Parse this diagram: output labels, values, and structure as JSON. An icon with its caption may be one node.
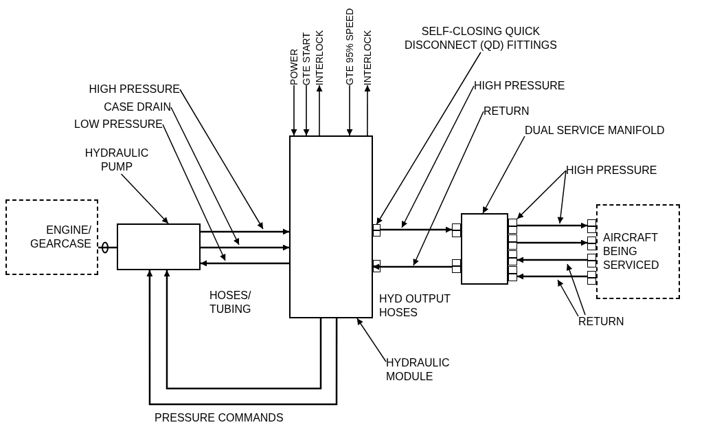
{
  "diagram": {
    "nodes": [
      {
        "text": [
          "SELF-CLOSING QUICK DISCONNECT (QD) FITTINGS"
        ]
      },
      {
        "text": [
          "POWER"
        ]
      },
      {
        "text": [
          "GTE START"
        ]
      },
      {
        "text": [
          "INTERLOCK"
        ]
      },
      {
        "text": [
          "GTE 95% SPEED"
        ]
      },
      {
        "text": [
          "INTERLOCK"
        ]
      },
      {
        "text": [
          "HIGH PRESSURE"
        ]
      },
      {
        "text": [
          "CASE DRAIN"
        ]
      },
      {
        "text": [
          "LOW PRESSURE"
        ]
      },
      {
        "text": [
          "HIGH PRESSURE"
        ]
      },
      {
        "text": [
          "RETURN"
        ]
      },
      {
        "text": [
          "HYDRAULIC PUMP"
        ]
      },
      {
        "text": [
          "DUAL SERVICE MANIFOLD"
        ]
      },
      {
        "text": [
          "HIGH PRESSURE"
        ]
      },
      {
        "text": [
          "ENGINE/ GEARCASE"
        ]
      },
      {
        "text": [],
        "shape": "box"
      },
      {
        "text": [],
        "shape": "box"
      },
      {
        "text": [],
        "shape": "box"
      },
      {
        "text": [],
        "shape": "box"
      },
      {
        "text": [
          "AIRCRAFT BEING SERVICED"
        ]
      },
      {
        "text": [
          "HYDRAULIC MODULE"
        ]
      },
      {
        "text": [
          "RETURN"
        ]
      }
    ],
    "edges": [
      {
        "from": 1,
        "to": 16,
        "arrow": "to"
      },
      {
        "from": 2,
        "to": 16,
        "arrow": "to"
      },
      {
        "from": 16,
        "to": 3,
        "arrow": "to"
      },
      {
        "from": 4,
        "to": 16,
        "arrow": "to"
      },
      {
        "from": 16,
        "to": 5,
        "arrow": "to"
      },
      {
        "from": 14,
        "to": 15,
        "arrow": "none"
      },
      {
        "from": 15,
        "to": 16,
        "arrow": "to"
      },
      {
        "from": 15,
        "to": 16,
        "arrow": "to"
      },
      {
        "from": 16,
        "to": 15,
        "arrow": "to"
      },
      {
        "from": 16,
        "to": 15,
        "arrow": "to"
      },
      {
        "from": 16,
        "to": 15,
        "arrow": "to"
      },
      {
        "from": 17,
        "to": 18,
        "arrow": "to"
      },
      {
        "from": 18,
        "to": 16,
        "arrow": "to"
      },
      {
        "from": 18,
        "to": 19,
        "arrow": "to"
      },
      {
        "from": 18,
        "to": 19,
        "arrow": "to"
      },
      {
        "from": 19,
        "to": 18,
        "arrow": "to"
      },
      {
        "from": 19,
        "to": 18,
        "arrow": "to"
      },
      {
        "from": 0,
        "to": 17,
        "arrow": "to"
      },
      {
        "from": 6,
        "to": null,
        "arrow": "to"
      },
      {
        "from": 7,
        "to": null,
        "arrow": "to"
      },
      {
        "from": 8,
        "to": null,
        "arrow": "to"
      },
      {
        "from": 9,
        "to": null,
        "arrow": "to"
      },
      {
        "from": 10,
        "to": null,
        "arrow": "to"
      },
      {
        "from": 11,
        "to": 15,
        "arrow": "to"
      },
      {
        "from": 12,
        "to": 18,
        "arrow": "to"
      },
      {
        "from": 13,
        "to": 18,
        "arrow": "to"
      },
      {
        "from": 13,
        "to": null,
        "arrow": "to"
      },
      {
        "from": 20,
        "to": 16,
        "arrow": "to"
      },
      {
        "from": 21,
        "to": null,
        "arrow": "to"
      },
      {
        "from": 21,
        "to": null,
        "arrow": "to"
      }
    ],
    "labels": [
      "HOSES/ TUBING",
      "HYD OUTPUT HOSES",
      "PRESSURE COMMANDS"
    ]
  }
}
